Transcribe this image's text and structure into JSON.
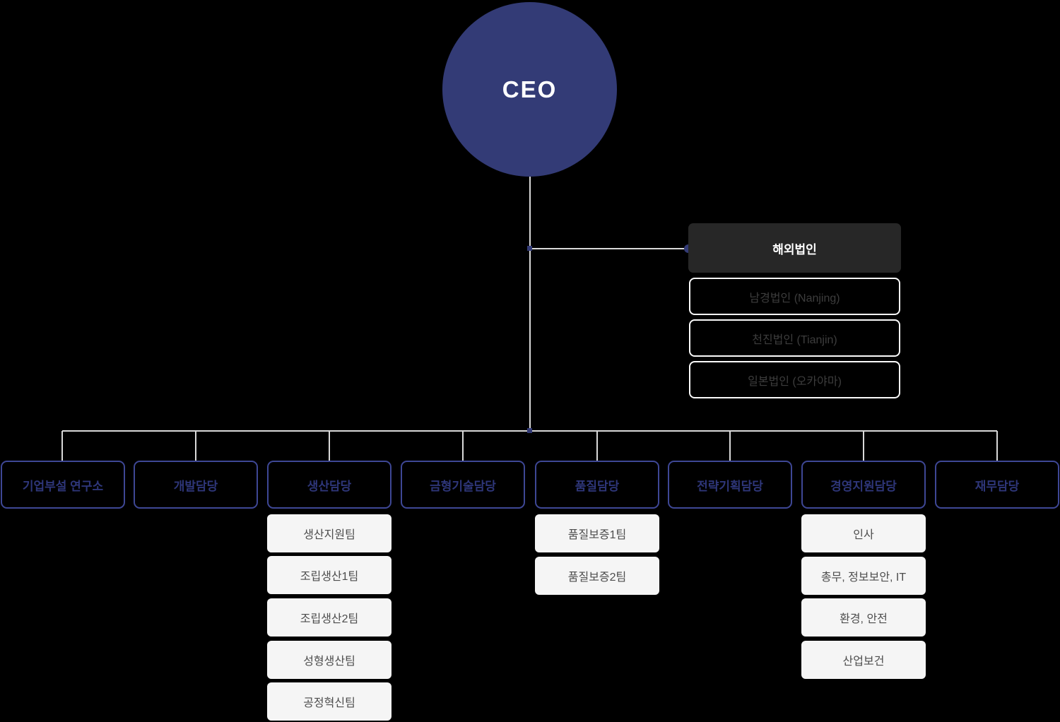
{
  "ceo": {
    "label": "CEO"
  },
  "overseas": {
    "header": "해외법인",
    "items": [
      "남경법인 (Nanjing)",
      "천진법인 (Tianjin)",
      "일본법인 (오카야마)"
    ]
  },
  "departments": [
    {
      "label": "기업부설 연구소",
      "teams": []
    },
    {
      "label": "개발담당",
      "teams": []
    },
    {
      "label": "생산담당",
      "teams": [
        "생산지원팀",
        "조립생산1팀",
        "조립생산2팀",
        "성형생산팀",
        "공정혁신팀"
      ]
    },
    {
      "label": "금형기술담당",
      "teams": []
    },
    {
      "label": "품질담당",
      "teams": [
        "품질보증1팀",
        "품질보증2팀"
      ]
    },
    {
      "label": "전략기획담당",
      "teams": []
    },
    {
      "label": "경영지원담당",
      "teams": [
        "인사",
        "총무, 정보보안, IT",
        "환경, 안전",
        "산업보건"
      ]
    },
    {
      "label": "재무담당",
      "teams": []
    }
  ],
  "colors": {
    "primary_navy": "#333B76",
    "dept_border_blue": "#3E4795",
    "dept_text_navy": "#2E3679",
    "overseas_header_bg": "#272727",
    "overseas_border_white": "#FAFAFA",
    "team_box_bg": "#F5F5F5",
    "team_text_gray": "#4D4D4D",
    "connector_line": "#D9D9D9",
    "background": "#000000"
  }
}
